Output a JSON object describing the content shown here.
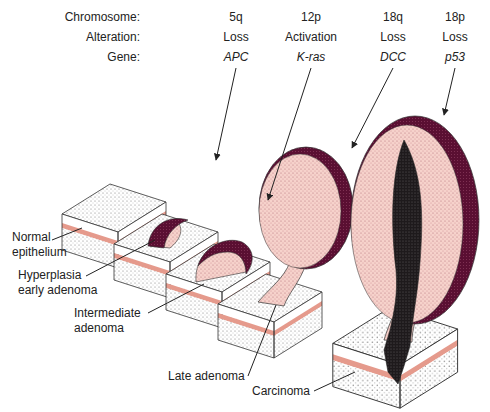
{
  "diagram": {
    "labels": [
      "Chromosome:",
      "5q",
      "12p",
      "18q",
      "18p",
      "Alteration:",
      "Loss",
      "Activation",
      "Loss",
      "Loss",
      "Gene:",
      "APC",
      "K-ras",
      "DCC",
      "p53",
      "Normal epithelium",
      "Hyperplasia early adenoma",
      "Intermediate adenoma",
      "Late adenoma",
      "Carcinoma"
    ]
  }
}
